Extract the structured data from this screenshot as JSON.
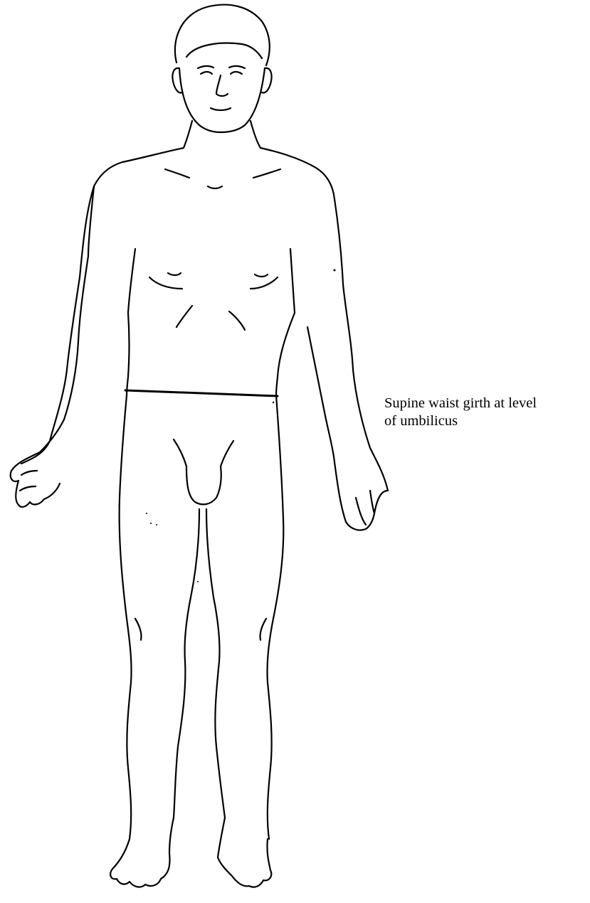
{
  "annotation": {
    "line1": "Supine waist girth at level",
    "line2": "of umbilicus"
  },
  "colors": {
    "ink": "#000000",
    "background": "#ffffff"
  },
  "icons": {
    "figure": "anatomical-body-outline-front-view",
    "measure": "waist-girth-measurement-line"
  }
}
